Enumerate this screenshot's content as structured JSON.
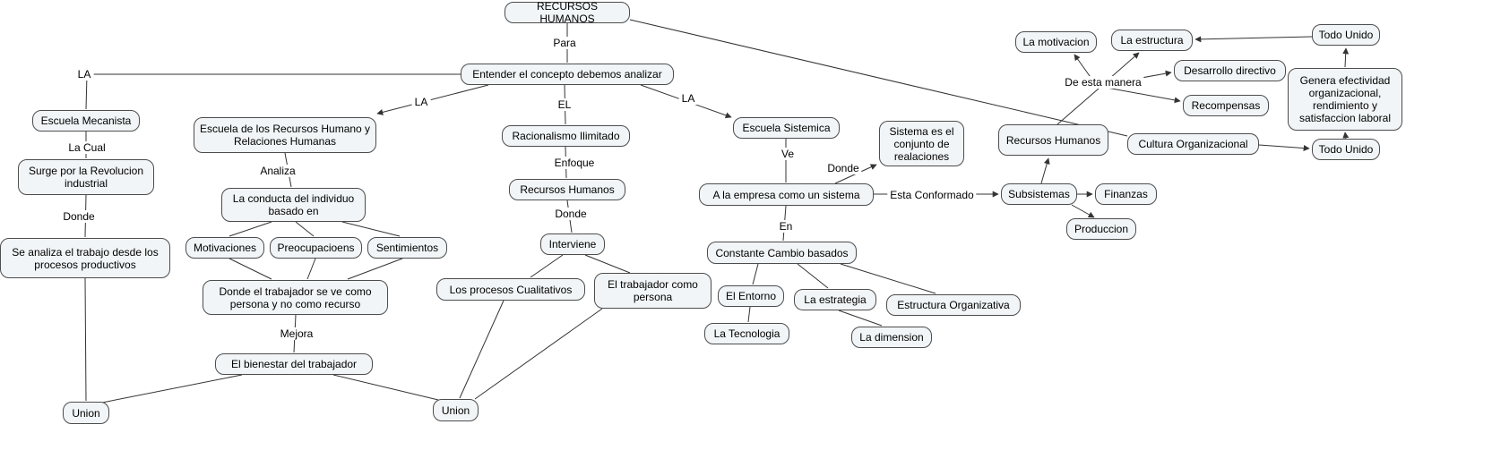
{
  "style": {
    "node_bg": "#f1f5f7",
    "node_border": "#4d4d4d",
    "line_color": "#333333",
    "page_bg": "#ffffff"
  },
  "nodes": {
    "root": "RECURSOS HUMANOS",
    "entender": "Entender el concepto debemos analizar",
    "escuela_mecanista": "Escuela Mecanista",
    "surge_revolucion": "Surge por la Revolucion industrial",
    "se_analiza": "Se analiza el trabajo desde los procesos productivos",
    "union_left": "Union",
    "escuela_rrhh": "Escuela de los Recursos Humano y Relaciones Humanas",
    "conducta": "La conducta del individuo basado en",
    "motivaciones": "Motivaciones",
    "preocupaciones": "Preocupacioens",
    "sentimientos": "Sentimientos",
    "trabajador_persona_no_recurso": "Donde el trabajador se ve como persona y no como recurso",
    "bienestar": "El bienestar del trabajador",
    "racionalismo": "Racionalismo Ilimitado",
    "recursos_humanos_centro": "Recursos Humanos",
    "interviene": "Interviene",
    "procesos_cualitativos": "Los procesos Cualitativos",
    "trabajador_como_persona": "El trabajador como persona",
    "union_center": "Union",
    "escuela_sistemica": "Escuela Sistemica",
    "empresa_sistema": "A la empresa como un sistema",
    "sistema_conjunto": "Sistema es el conjunto de realaciones",
    "constante_cambio": "Constante Cambio basados",
    "entorno": "El Entorno",
    "estrategia": "La estrategia",
    "estructura_organizativa": "Estructura Organizativa",
    "tecnologia": "La Tecnologia",
    "dimension": "La dimension",
    "subsistemas": "Subsistemas",
    "finanzas": "Finanzas",
    "produccion": "Produccion",
    "recursos_humanos_sub": "Recursos Humanos",
    "motivacion": "La motivacion",
    "estructura": "La estructura",
    "desarrollo_directivo": "Desarrollo directivo",
    "recompensas": "Recompensas",
    "cultura_organizacional": "Cultura Organizacional",
    "todo_unido_top": "Todo Unido",
    "genera_efectividad": "Genera efectividad organizacional, rendimiento y satisfaccion laboral",
    "todo_unido_bottom": "Todo Unido"
  },
  "labels": {
    "para": "Para",
    "la_left": "LA",
    "la_cual": "La Cual",
    "donde_left": "Donde",
    "la_mid": "LA",
    "analiza": "Analiza",
    "mejora": "Mejora",
    "el": "EL",
    "enfoque": "Enfoque",
    "donde_center": "Donde",
    "la_right": "LA",
    "ve": "Ve",
    "donde_right": "Donde",
    "en": "En",
    "esta_conformado": "Esta Conformado",
    "de_esta_manera": "De esta manera"
  }
}
